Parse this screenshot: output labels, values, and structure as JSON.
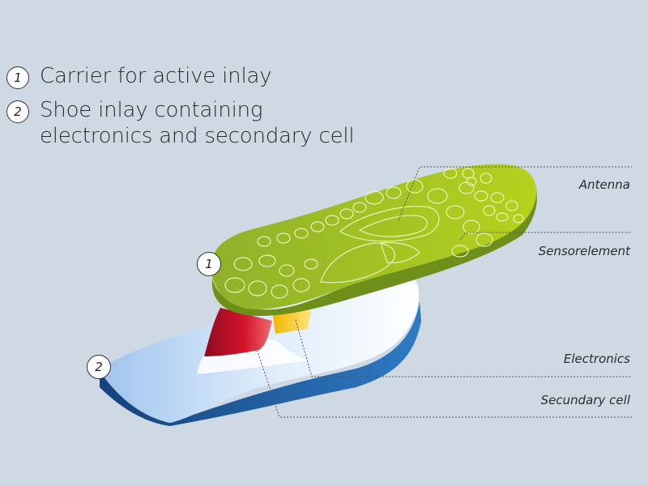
{
  "legend": {
    "items": [
      {
        "number": "1",
        "text": "Carrier for active inlay"
      },
      {
        "number": "2",
        "text_line1": "Shoe inlay containing",
        "text_line2": "electronics and secondary cell"
      }
    ]
  },
  "callouts": {
    "antenna": "Antenna",
    "sensorelement": "Sensorelement",
    "electronics": "Electronics",
    "secondary_cell": "Secundary cell"
  },
  "markers": {
    "carrier": "1",
    "inlay": "2"
  },
  "colors": {
    "background": "#cfd9e4",
    "carrier_green": "#a3c62a",
    "inlay_blue": "#1f5a9c",
    "electronics_red": "#c8102e",
    "cell_yellow": "#f5c400"
  }
}
